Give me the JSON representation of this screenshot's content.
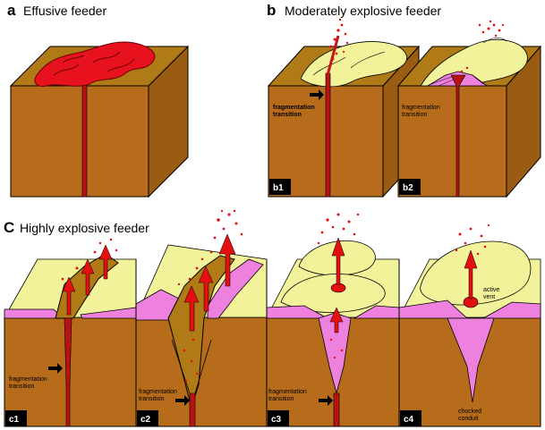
{
  "sections": {
    "a": {
      "letter": "a",
      "title": "Effusive feeder"
    },
    "b": {
      "letter": "b",
      "title": "Moderately explosive feeder"
    },
    "c": {
      "letter": "C",
      "title": "Highly explosive feeder"
    }
  },
  "panel_labels": {
    "b1": "b1",
    "b2": "b2",
    "c1": "c1",
    "c2": "c2",
    "c3": "c3",
    "c4": "c4"
  },
  "annotations": {
    "b1_frag_line1": "fragmentation",
    "b1_frag_line2": "transition",
    "b2_frag_line1": "fragmentation",
    "b2_frag_line2": "transition",
    "c1_frag_line1": "fragmentation",
    "c1_frag_line2": "transition",
    "c2_frag_line1": "fragmentation",
    "c2_frag_line2": "transition",
    "c3_frag_line1": "fragmentation",
    "c3_frag_line2": "transition",
    "c4_vent_line1": "active",
    "c4_vent_line2": "vent",
    "c4_conduit_line1": "chocked",
    "c4_conduit_line2": "conduit"
  },
  "colors": {
    "rock": "#b66c1a",
    "magma": "#e40f0f",
    "tephra": "#f2f29a",
    "pink_deposit": "#ee80de"
  }
}
